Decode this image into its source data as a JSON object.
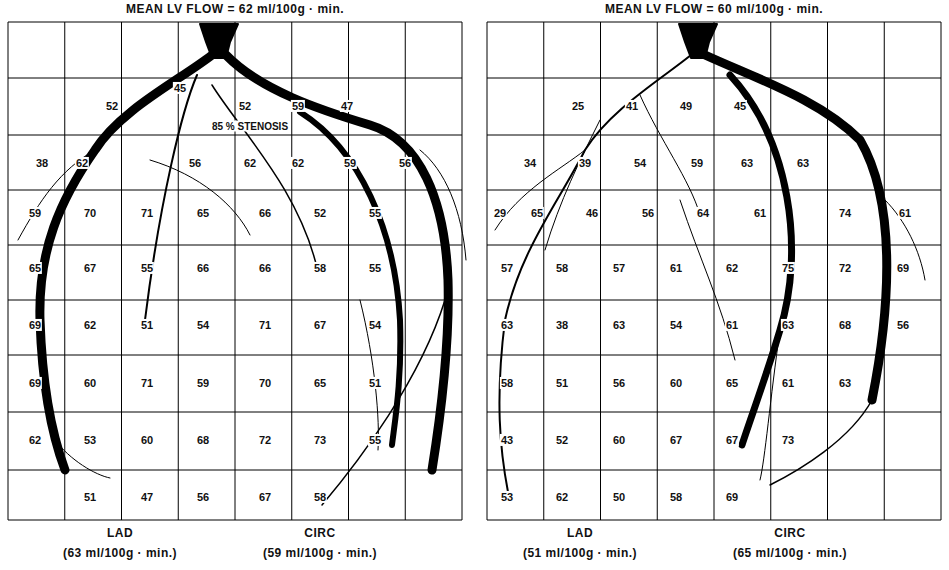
{
  "diagram": {
    "labels": [
      "MEAN LV FLOW = 62 ml/100g · min.",
      "45",
      "52",
      "52",
      "59",
      "47",
      "85 % STENOSIS",
      "38",
      "62",
      "56",
      "62",
      "62",
      "59",
      "56",
      "59",
      "70",
      "71",
      "65",
      "66",
      "52",
      "55",
      "65",
      "67",
      "55",
      "66",
      "66",
      "58",
      "55",
      "69",
      "62",
      "51",
      "54",
      "71",
      "67",
      "54",
      "69",
      "60",
      "71",
      "59",
      "70",
      "65",
      "51",
      "62",
      "53",
      "60",
      "68",
      "72",
      "73",
      "55",
      "51",
      "47",
      "56",
      "67",
      "58",
      "LAD",
      "CIRC",
      "(63 ml/100g · min.)",
      "(59 ml/100g · min.)",
      "MEAN LV FLOW = 60 ml/100g · min.",
      "25",
      "41",
      "49",
      "45",
      "34",
      "39",
      "54",
      "59",
      "63",
      "63",
      "29",
      "65",
      "46",
      "56",
      "64",
      "61",
      "74",
      "61",
      "57",
      "58",
      "57",
      "61",
      "62",
      "75",
      "72",
      "69",
      "63",
      "38",
      "63",
      "54",
      "61",
      "63",
      "68",
      "56",
      "58",
      "51",
      "56",
      "60",
      "65",
      "61",
      "63",
      "43",
      "52",
      "60",
      "67",
      "67",
      "73",
      "53",
      "62",
      "50",
      "58",
      "69",
      "LAD",
      "CIRC",
      "(51 ml/100g · min.)",
      "(65 ml/100g · min.)"
    ]
  }
}
